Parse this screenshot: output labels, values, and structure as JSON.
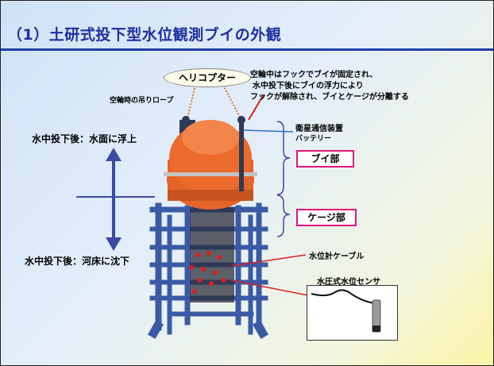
{
  "slide": {
    "title": "（1）土研式投下型水位観測ブイの外観",
    "helicopter_label": "ヘリコプター",
    "hanging_rope_label": "空輪時の吊りロープ",
    "hook_note": {
      "line1": "空輪中はフックでブイが固定され、",
      "line2": "水中投下後にブイの浮力により",
      "line3": "フックが解除され、ブイとケージが分離する"
    },
    "after_drop_surface": "水中投下後：水面に浮上",
    "after_drop_riverbed": "水中投下後：河床に沈下",
    "equipment": {
      "satellite": "衛星通信装置",
      "battery": "バッテリー"
    },
    "buoy_part_label": "ブイ部",
    "cage_part_label": "ケージ部",
    "cable_label": "水位計ケーブル",
    "sensor_label": "水圧式水位センサ"
  },
  "colors": {
    "title": "#1f2f9f",
    "buoy_orange": "#ec6a2c",
    "cage_blue": "#3a5aa6",
    "arrow_blue": "#3a4ba0",
    "box_border": "#e0177a",
    "red_line": "#d81f1f"
  }
}
